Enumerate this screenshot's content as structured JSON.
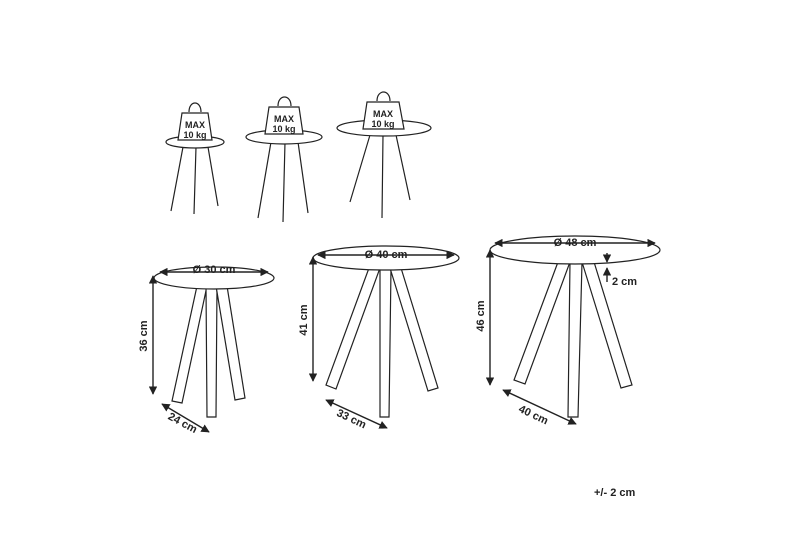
{
  "weight_label": {
    "line1": "MAX",
    "line2": "10 kg"
  },
  "tables": [
    {
      "diameter": "Ø 30 cm",
      "height": "36 cm",
      "depth": "24 cm"
    },
    {
      "diameter": "Ø 40 cm",
      "height": "41 cm",
      "depth": "33 cm"
    },
    {
      "diameter": "Ø 48 cm",
      "height": "46 cm",
      "depth": "40 cm",
      "top_thickness": "2 cm"
    }
  ],
  "tolerance": "+/- 2 cm"
}
